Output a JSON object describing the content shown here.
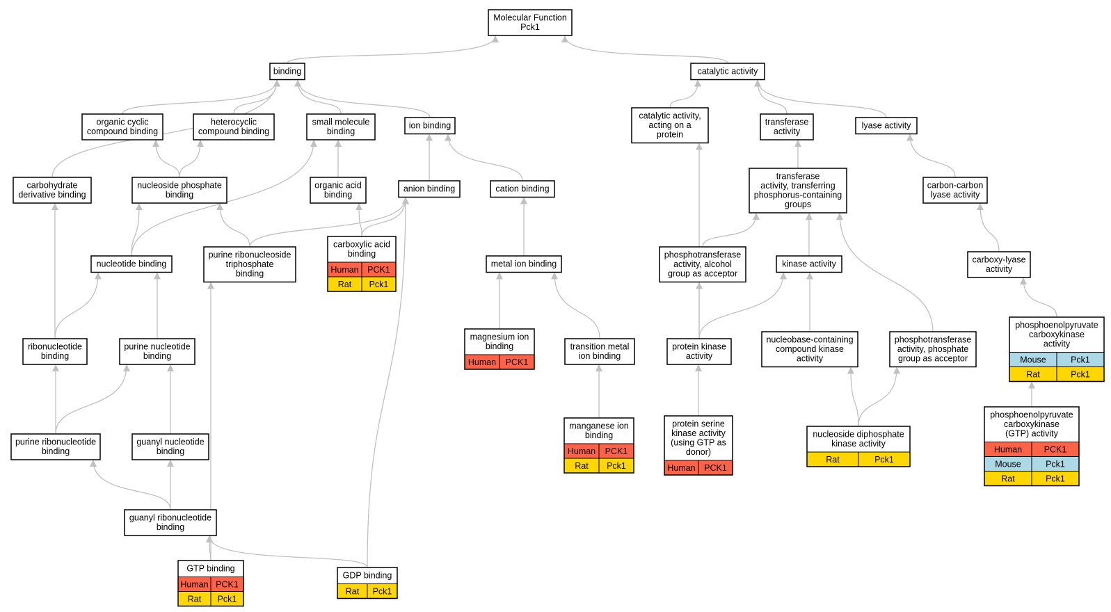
{
  "colors": {
    "edge": "#c0c0c0",
    "box_border": "#000000",
    "Human": "#ff6347",
    "Mouse": "#add8e6",
    "Rat": "#ffd700"
  },
  "nodes": [
    {
      "id": "molecular-function",
      "lines": [
        "Molecular Function",
        "Pck1"
      ],
      "genes": []
    },
    {
      "id": "binding",
      "lines": [
        "binding"
      ],
      "genes": []
    },
    {
      "id": "catalytic-activity",
      "lines": [
        "catalytic activity"
      ],
      "genes": []
    },
    {
      "id": "organic-cyclic-compound-binding",
      "lines": [
        "organic cyclic",
        "compound binding"
      ],
      "genes": []
    },
    {
      "id": "heterocyclic-compound-binding",
      "lines": [
        "heterocyclic",
        "compound binding"
      ],
      "genes": []
    },
    {
      "id": "small-molecule-binding",
      "lines": [
        "small molecule",
        "binding"
      ],
      "genes": []
    },
    {
      "id": "ion-binding",
      "lines": [
        "ion binding"
      ],
      "genes": []
    },
    {
      "id": "catalytic-activity-acting-on-a-protein",
      "lines": [
        "catalytic activity,",
        "acting on a",
        "protein"
      ],
      "genes": []
    },
    {
      "id": "transferase-activity",
      "lines": [
        "transferase",
        "activity"
      ],
      "genes": []
    },
    {
      "id": "lyase-activity",
      "lines": [
        "lyase activity"
      ],
      "genes": []
    },
    {
      "id": "carbohydrate-derivative-binding",
      "lines": [
        "carbohydrate",
        "derivative binding"
      ],
      "genes": []
    },
    {
      "id": "nucleoside-phosphate-binding",
      "lines": [
        "nucleoside phosphate",
        "binding"
      ],
      "genes": []
    },
    {
      "id": "organic-acid-binding",
      "lines": [
        "organic acid",
        "binding"
      ],
      "genes": []
    },
    {
      "id": "anion-binding",
      "lines": [
        "anion binding"
      ],
      "genes": []
    },
    {
      "id": "cation-binding",
      "lines": [
        "cation binding"
      ],
      "genes": []
    },
    {
      "id": "transferase-activity-phosphorus",
      "lines": [
        "transferase",
        "activity, transferring",
        "phosphorus-containing",
        "groups"
      ],
      "genes": []
    },
    {
      "id": "carbon-carbon-lyase-activity",
      "lines": [
        "carbon-carbon",
        "lyase activity"
      ],
      "genes": []
    },
    {
      "id": "nucleotide-binding",
      "lines": [
        "nucleotide binding"
      ],
      "genes": []
    },
    {
      "id": "purine-ribonucleoside-triphosphate-binding",
      "lines": [
        "purine ribonucleoside",
        "triphosphate",
        "binding"
      ],
      "genes": []
    },
    {
      "id": "carboxylic-acid-binding",
      "lines": [
        "carboxylic acid",
        "binding"
      ],
      "genes": [
        [
          "Human",
          "PCK1"
        ],
        [
          "Rat",
          "Pck1"
        ]
      ]
    },
    {
      "id": "metal-ion-binding",
      "lines": [
        "metal ion binding"
      ],
      "genes": []
    },
    {
      "id": "phosphotransferase-alcohol",
      "lines": [
        "phosphotransferase",
        "activity, alcohol",
        "group as acceptor"
      ],
      "genes": []
    },
    {
      "id": "kinase-activity",
      "lines": [
        "kinase activity"
      ],
      "genes": []
    },
    {
      "id": "carboxy-lyase-activity",
      "lines": [
        "carboxy-lyase",
        "activity"
      ],
      "genes": []
    },
    {
      "id": "ribonucleotide-binding",
      "lines": [
        "ribonucleotide",
        "binding"
      ],
      "genes": []
    },
    {
      "id": "purine-nucleotide-binding",
      "lines": [
        "purine nucleotide",
        "binding"
      ],
      "genes": []
    },
    {
      "id": "magnesium-ion-binding",
      "lines": [
        "magnesium ion",
        "binding"
      ],
      "genes": [
        [
          "Human",
          "PCK1"
        ]
      ]
    },
    {
      "id": "transition-metal-ion-binding",
      "lines": [
        "transition metal",
        "ion binding"
      ],
      "genes": []
    },
    {
      "id": "protein-kinase-activity",
      "lines": [
        "protein kinase",
        "activity"
      ],
      "genes": []
    },
    {
      "id": "nucleobase-containing-compound-kinase-activity",
      "lines": [
        "nucleobase-containing",
        "compound kinase",
        "activity"
      ],
      "genes": []
    },
    {
      "id": "phosphotransferase-phosphate",
      "lines": [
        "phosphotransferase",
        "activity, phosphate",
        "group as acceptor"
      ],
      "genes": []
    },
    {
      "id": "pepck-activity",
      "lines": [
        "phosphoenolpyruvate",
        "carboxykinase",
        "activity"
      ],
      "genes": [
        [
          "Mouse",
          "Pck1"
        ],
        [
          "Rat",
          "Pck1"
        ]
      ]
    },
    {
      "id": "purine-ribonucleotide-binding",
      "lines": [
        "purine ribonucleotide",
        "binding"
      ],
      "genes": []
    },
    {
      "id": "guanyl-nucleotide-binding",
      "lines": [
        "guanyl nucleotide",
        "binding"
      ],
      "genes": []
    },
    {
      "id": "manganese-ion-binding",
      "lines": [
        "manganese ion",
        "binding"
      ],
      "genes": [
        [
          "Human",
          "PCK1"
        ],
        [
          "Rat",
          "Pck1"
        ]
      ]
    },
    {
      "id": "protein-serine-kinase-activity",
      "lines": [
        "protein serine",
        "kinase activity",
        "(using GTP as",
        "donor)"
      ],
      "genes": [
        [
          "Human",
          "PCK1"
        ]
      ]
    },
    {
      "id": "nucleoside-diphosphate-kinase-activity",
      "lines": [
        "nucleoside diphosphate",
        "kinase activity"
      ],
      "genes": [
        [
          "Rat",
          "Pck1"
        ]
      ]
    },
    {
      "id": "pepck-gtp-activity",
      "lines": [
        "phosphoenolpyruvate",
        "carboxykinase",
        "(GTP) activity"
      ],
      "genes": [
        [
          "Human",
          "PCK1"
        ],
        [
          "Mouse",
          "Pck1"
        ],
        [
          "Rat",
          "Pck1"
        ]
      ]
    },
    {
      "id": "guanyl-ribonucleotide-binding",
      "lines": [
        "guanyl ribonucleotide",
        "binding"
      ],
      "genes": []
    },
    {
      "id": "gtp-binding",
      "lines": [
        "GTP binding"
      ],
      "genes": [
        [
          "Human",
          "PCK1"
        ],
        [
          "Rat",
          "Pck1"
        ]
      ]
    },
    {
      "id": "gdp-binding",
      "lines": [
        "GDP binding"
      ],
      "genes": [
        [
          "Rat",
          "Pck1"
        ]
      ]
    }
  ],
  "edges": [
    [
      "binding",
      "molecular-function"
    ],
    [
      "catalytic-activity",
      "molecular-function"
    ],
    [
      "carbohydrate-derivative-binding",
      "binding"
    ],
    [
      "organic-cyclic-compound-binding",
      "binding"
    ],
    [
      "heterocyclic-compound-binding",
      "binding"
    ],
    [
      "small-molecule-binding",
      "binding"
    ],
    [
      "ion-binding",
      "binding"
    ],
    [
      "catalytic-activity-acting-on-a-protein",
      "catalytic-activity"
    ],
    [
      "transferase-activity",
      "catalytic-activity"
    ],
    [
      "lyase-activity",
      "catalytic-activity"
    ],
    [
      "nucleoside-phosphate-binding",
      "organic-cyclic-compound-binding"
    ],
    [
      "nucleoside-phosphate-binding",
      "heterocyclic-compound-binding"
    ],
    [
      "organic-acid-binding",
      "small-molecule-binding"
    ],
    [
      "nucleotide-binding",
      "small-molecule-binding"
    ],
    [
      "anion-binding",
      "ion-binding"
    ],
    [
      "cation-binding",
      "ion-binding"
    ],
    [
      "transferase-activity-phosphorus",
      "transferase-activity"
    ],
    [
      "carbon-carbon-lyase-activity",
      "lyase-activity"
    ],
    [
      "nucleotide-binding",
      "nucleoside-phosphate-binding"
    ],
    [
      "purine-ribonucleoside-triphosphate-binding",
      "nucleoside-phosphate-binding"
    ],
    [
      "carboxylic-acid-binding",
      "organic-acid-binding"
    ],
    [
      "carboxylic-acid-binding",
      "anion-binding"
    ],
    [
      "purine-ribonucleoside-triphosphate-binding",
      "anion-binding"
    ],
    [
      "metal-ion-binding",
      "cation-binding"
    ],
    [
      "phosphotransferase-alcohol",
      "transferase-activity-phosphorus"
    ],
    [
      "kinase-activity",
      "transferase-activity-phosphorus"
    ],
    [
      "phosphotransferase-phosphate",
      "transferase-activity-phosphorus"
    ],
    [
      "carboxy-lyase-activity",
      "carbon-carbon-lyase-activity"
    ],
    [
      "ribonucleotide-binding",
      "nucleotide-binding"
    ],
    [
      "purine-nucleotide-binding",
      "nucleotide-binding"
    ],
    [
      "ribonucleotide-binding",
      "carbohydrate-derivative-binding"
    ],
    [
      "magnesium-ion-binding",
      "metal-ion-binding"
    ],
    [
      "transition-metal-ion-binding",
      "metal-ion-binding"
    ],
    [
      "protein-kinase-activity",
      "phosphotransferase-alcohol"
    ],
    [
      "protein-kinase-activity",
      "kinase-activity"
    ],
    [
      "protein-kinase-activity",
      "catalytic-activity-acting-on-a-protein"
    ],
    [
      "nucleobase-containing-compound-kinase-activity",
      "kinase-activity"
    ],
    [
      "pepck-activity",
      "carboxy-lyase-activity"
    ],
    [
      "purine-ribonucleotide-binding",
      "ribonucleotide-binding"
    ],
    [
      "purine-ribonucleotide-binding",
      "purine-nucleotide-binding"
    ],
    [
      "guanyl-nucleotide-binding",
      "purine-nucleotide-binding"
    ],
    [
      "manganese-ion-binding",
      "transition-metal-ion-binding"
    ],
    [
      "protein-serine-kinase-activity",
      "protein-kinase-activity"
    ],
    [
      "nucleoside-diphosphate-kinase-activity",
      "nucleobase-containing-compound-kinase-activity"
    ],
    [
      "nucleoside-diphosphate-kinase-activity",
      "phosphotransferase-phosphate"
    ],
    [
      "pepck-gtp-activity",
      "pepck-activity"
    ],
    [
      "guanyl-ribonucleotide-binding",
      "purine-ribonucleotide-binding"
    ],
    [
      "guanyl-ribonucleotide-binding",
      "guanyl-nucleotide-binding"
    ],
    [
      "gtp-binding",
      "guanyl-ribonucleotide-binding"
    ],
    [
      "gtp-binding",
      "purine-ribonucleoside-triphosphate-binding"
    ],
    [
      "gdp-binding",
      "guanyl-ribonucleotide-binding"
    ],
    [
      "gdp-binding",
      "anion-binding"
    ]
  ]
}
